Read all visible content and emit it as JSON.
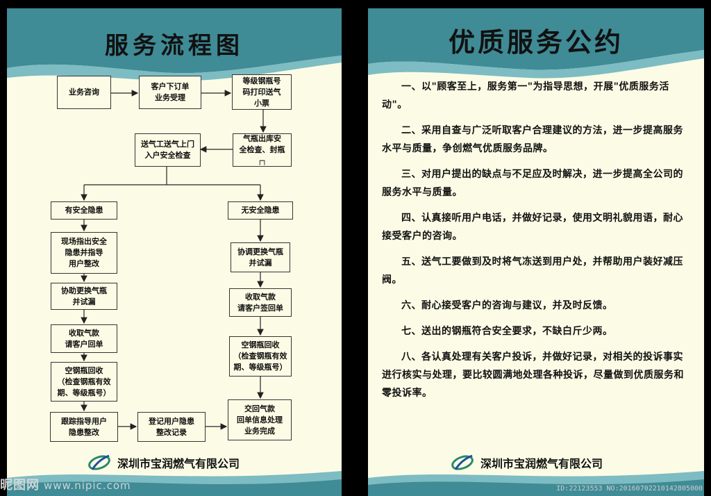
{
  "left": {
    "title": "服务流程图",
    "flow": {
      "b1": "业务咨询",
      "b2": "客户下订单\n业务受理",
      "b3": "等级钢瓶号\n码打印送气\n小票",
      "b4": "气瓶出库安\n全检查、封瓶\n┌┐",
      "b5": "送气工送气上门\n入户安全检查",
      "b6": "有安全隐患",
      "b7": "无安全隐患",
      "b8": "现场指出安全\n隐患并指导\n用户整改",
      "b9": "协助更换气瓶\n并试漏",
      "b10": "收取气款\n请客户回单",
      "b11": "空钢瓶回收\n（检查钢瓶有效\n期、等级瓶号）",
      "b12": "跟踪指导用户\n隐患整改",
      "b13": "登记用户隐患\n整改记录",
      "b14": "协调更换气瓶\n并试漏",
      "b15": "收取气款\n请客户签回单",
      "b16": "空钢瓶回收\n（检查钢瓶有效\n期、等级瓶号）",
      "b17": "交回气款\n回单信息处理\n业务完成"
    },
    "company": "深圳市宝润燃气有限公司"
  },
  "right": {
    "title": "优质服务公约",
    "clauses": [
      "一、以\"顾客至上，服务第一\"为指导思想，开展\"优质服务活动\"。",
      "二、采用自查与广泛听取客户合理建议的方法，进一步提高服务水平与质量，争创燃气优质服务品牌。",
      "三、对用户提出的缺点与不足应及时解决，进一步提高全公司的服务水平与质量。",
      "四、认真接听用户电话，并做好记录，使用文明礼貌用语，耐心接受客户的咨询。",
      "五、送气工要做到及时将气冻送到用户处，并帮助用户装好减压阀。",
      "六、耐心接受客户的咨询与建议，并及时反馈。",
      "七、送出的钢瓶符合安全要求，不缺白斤少两。",
      "八、各认真处理有关客户投诉，并做好记录，对相关的投诉事实进行核实与处理，要比较圆满地处理各种投诉，尽量做到优质服务和零投诉率。"
    ],
    "company": "深圳市宝润燃气有限公司"
  },
  "watermark": {
    "brand": "昵图网",
    "url": "www.nipic.com"
  },
  "image_id": "ID:22123553 NO:20160702210142805000",
  "colors": {
    "panel_bg": "#fcfce6",
    "teal": "#3f8b96",
    "teal_light": "#7dbcc2",
    "background": "#000000"
  }
}
